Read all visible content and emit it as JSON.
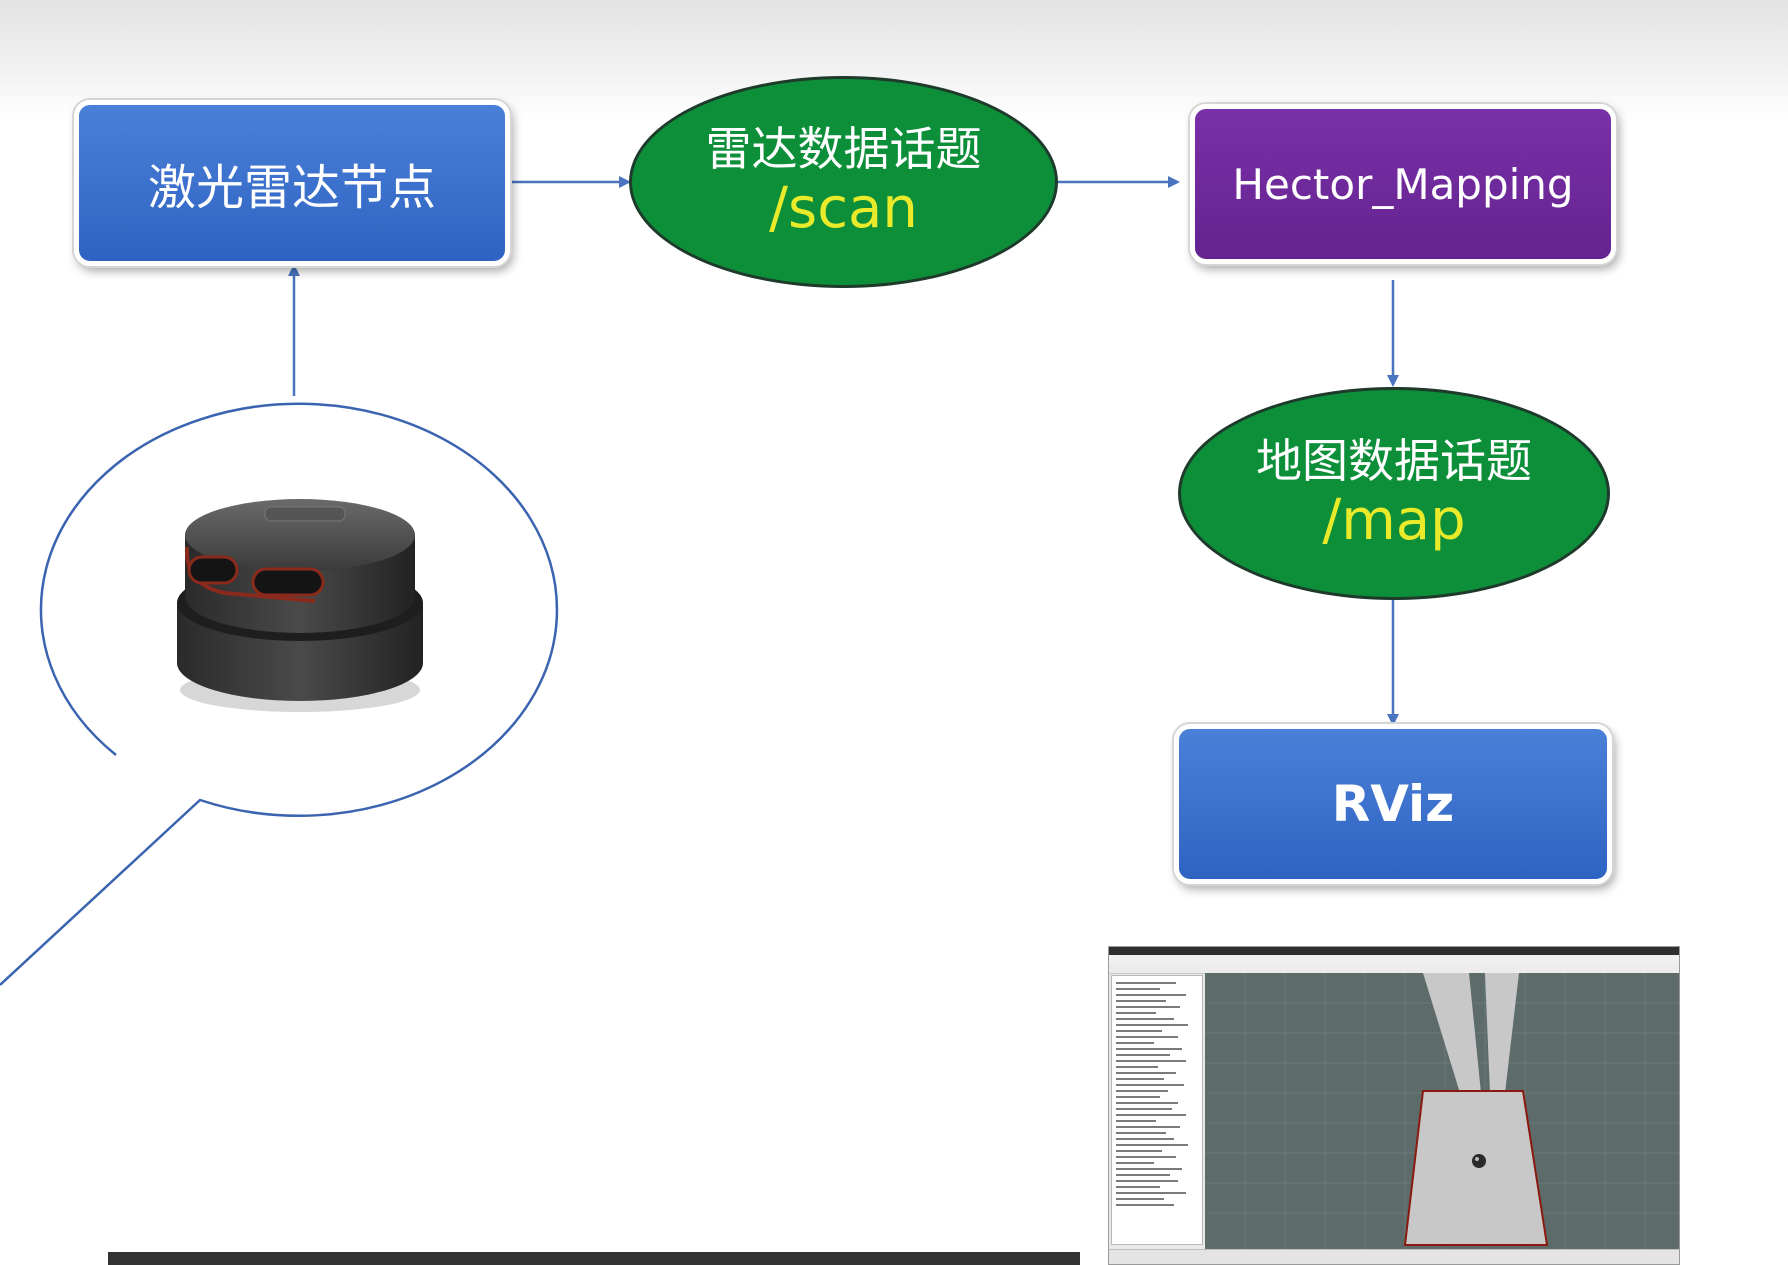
{
  "watermark": "",
  "nodes": {
    "lidar_node": "激光雷达节点",
    "hector_mapping": "Hector_Mapping",
    "rviz": "RViz"
  },
  "topics": {
    "scan": {
      "title": "雷达数据话题",
      "topic": "/scan"
    },
    "map": {
      "title": "地图数据话题",
      "topic": "/map"
    }
  },
  "colors": {
    "node_blue": "#3a6fcf",
    "node_purple": "#6d2899",
    "topic_green": "#0d8f3a",
    "topic_text_yellow": "#e8ea2a",
    "arrow_blue": "#4a74c0"
  },
  "images": {
    "lidar_device": "lidar-sensor-image",
    "rviz_screenshot": "rviz-map-screenshot"
  }
}
